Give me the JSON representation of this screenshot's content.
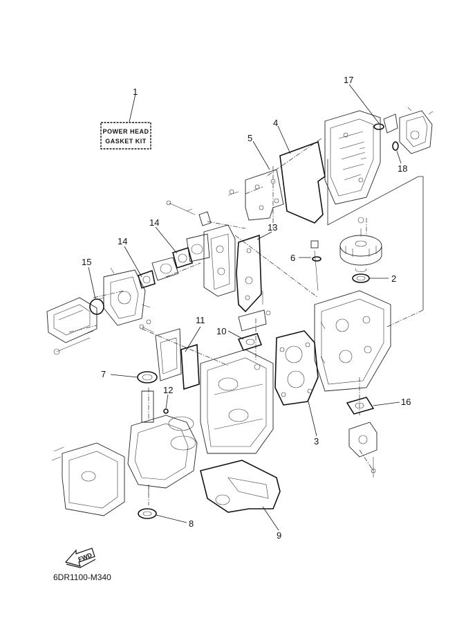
{
  "kit_label": {
    "line1": "POWER HEAD",
    "line2": "GASKET KIT"
  },
  "callouts": [
    {
      "id": "c1",
      "text": "1"
    },
    {
      "id": "c2",
      "text": "2"
    },
    {
      "id": "c3",
      "text": "3"
    },
    {
      "id": "c4",
      "text": "4"
    },
    {
      "id": "c5",
      "text": "5"
    },
    {
      "id": "c6",
      "text": "6"
    },
    {
      "id": "c7",
      "text": "7"
    },
    {
      "id": "c8",
      "text": "8"
    },
    {
      "id": "c9",
      "text": "9"
    },
    {
      "id": "c10",
      "text": "10"
    },
    {
      "id": "c11",
      "text": "11"
    },
    {
      "id": "c12",
      "text": "12"
    },
    {
      "id": "c13",
      "text": "13"
    },
    {
      "id": "c14a",
      "text": "14"
    },
    {
      "id": "c14b",
      "text": "14"
    },
    {
      "id": "c15",
      "text": "15"
    },
    {
      "id": "c16",
      "text": "16"
    },
    {
      "id": "c17",
      "text": "17"
    },
    {
      "id": "c18",
      "text": "18"
    }
  ],
  "fwd_label": "FWD",
  "diagram_code": "6DR1100-M340"
}
